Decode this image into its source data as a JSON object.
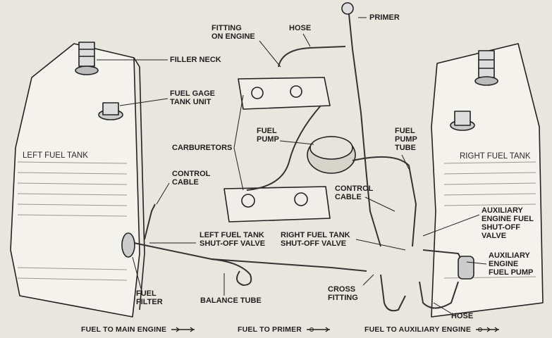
{
  "labels": {
    "primer": "PRIMER",
    "fitting_on_engine": "FITTING\nON ENGINE",
    "hose_top": "HOSE",
    "filler_neck": "FILLER NECK",
    "fuel_gage": "FUEL GAGE\nTANK UNIT",
    "fuel_pump": "FUEL\nPUMP",
    "carburetors": "CARBURETORS",
    "fuel_pump_tube": "FUEL\nPUMP\nTUBE",
    "left_fuel_tank": "LEFT FUEL TANK",
    "right_fuel_tank": "RIGHT FUEL TANK",
    "control_cable_left": "CONTROL\nCABLE",
    "control_cable_right": "CONTROL\nCABLE",
    "aux_shutoff": "AUXILIARY\nENGINE FUEL\nSHUT-OFF\nVALVE",
    "left_shutoff": "LEFT FUEL TANK\nSHUT-OFF VALVE",
    "right_shutoff": "RIGHT FUEL TANK\nSHUT-OFF VALVE",
    "aux_pump": "AUXILIARY\nENGINE\nFUEL PUMP",
    "cross_fitting": "CROSS\nFITTING",
    "fuel_filter": "FUEL\nFILTER",
    "balance_tube": "BALANCE TUBE",
    "hose_bottom": "HOSE"
  },
  "legend": {
    "main": "FUEL TO MAIN ENGINE",
    "primer": "FUEL TO PRIMER",
    "aux": "FUEL TO AUXILIARY ENGINE"
  }
}
